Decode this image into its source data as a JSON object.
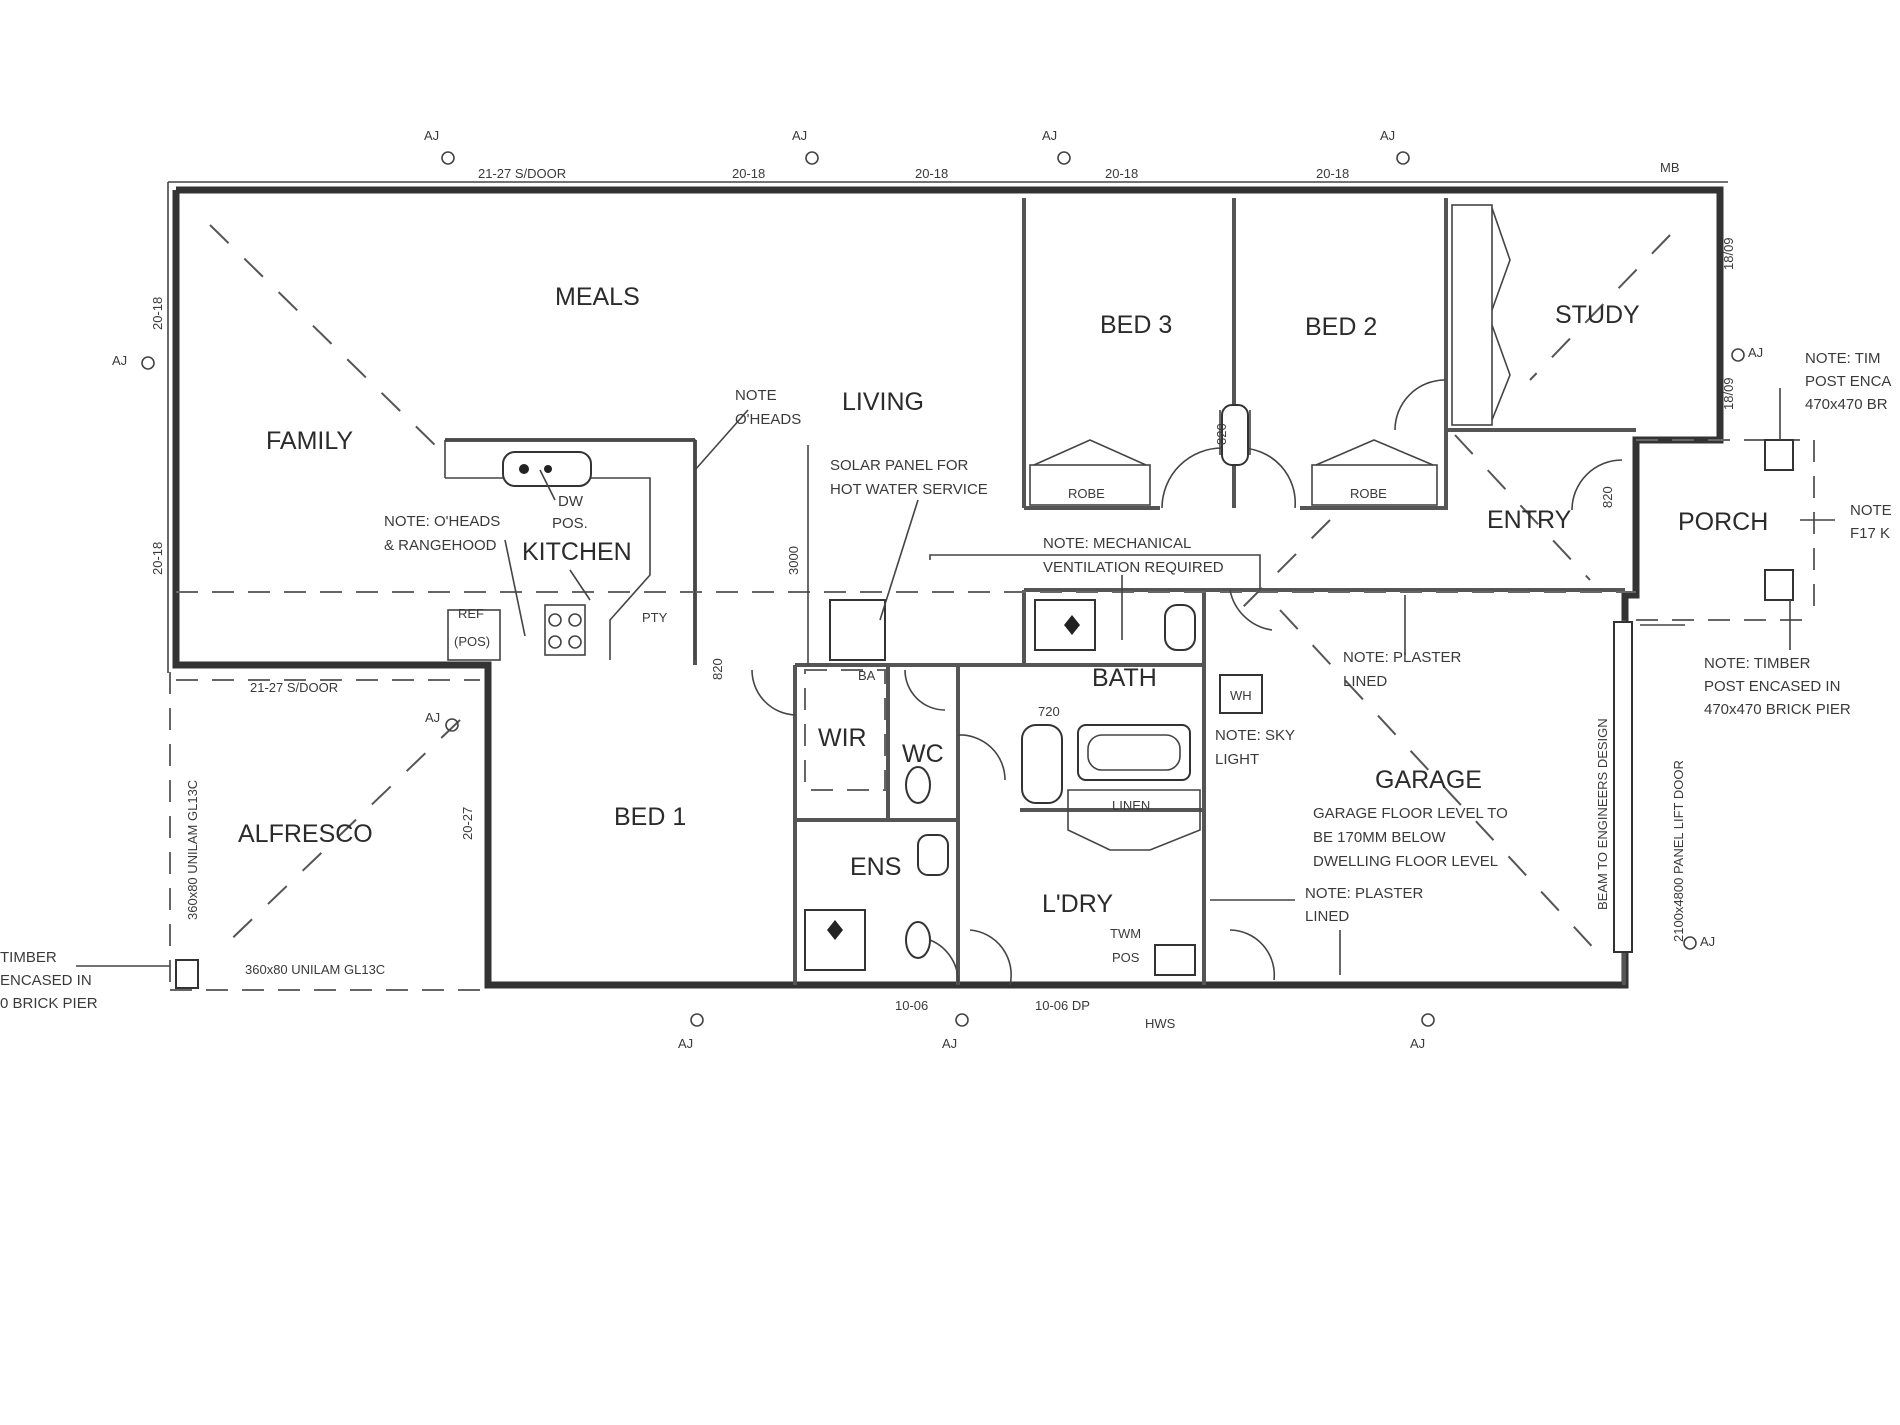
{
  "rooms": {
    "meals": "MEALS",
    "family": "FAMILY",
    "living": "LIVING",
    "kitchen": "KITCHEN",
    "pty": "PTY",
    "bed3": "BED 3",
    "bed2": "BED 2",
    "study": "STUDY",
    "entry": "ENTRY",
    "porch": "PORCH",
    "bath": "BATH",
    "garage": "GARAGE",
    "alfresco": "ALFRESCO",
    "bed1": "BED 1",
    "wir": "WIR",
    "wc": "WC",
    "ens": "ENS",
    "ldry": "L'DRY",
    "robe_bed3": "ROBE",
    "robe_bed2": "ROBE",
    "linen": "LINEN"
  },
  "notes": {
    "oheads_1": "NOTE",
    "oheads_2": "O'HEADS",
    "oheads_range_1": "NOTE: O'HEADS",
    "oheads_range_2": "& RANGEHOOD",
    "dw_1": "DW",
    "dw_2": "POS.",
    "ref_1": "REF",
    "ref_2": "(POS)",
    "solar_1": "SOLAR PANEL FOR",
    "solar_2": "HOT WATER SERVICE",
    "mech_1": "NOTE: MECHANICAL",
    "mech_2": "VENTILATION REQUIRED",
    "plaster_1a": "NOTE: PLASTER",
    "plaster_1b": "LINED",
    "plaster_2a": "NOTE: PLASTER",
    "plaster_2b": "LINED",
    "sky_1": "NOTE: SKY",
    "sky_2": "LIGHT",
    "garage_floor_1": "GARAGE FLOOR LEVEL TO",
    "garage_floor_2": "BE 170MM BELOW",
    "garage_floor_3": "DWELLING FLOOR LEVEL",
    "beam": "BEAM TO ENGINEERS DESIGN",
    "panel_lift": "2100x4800 PANEL LIFT DOOR",
    "timber_right_1": "NOTE: TIMBER",
    "timber_right_2": "POST ENCASED IN",
    "timber_right_3": "470x470 BRICK PIER",
    "timber_top_1": "NOTE: TIM",
    "timber_top_2": "POST ENCA",
    "timber_top_3": "470x470 BR",
    "note_f17_1": "NOTE",
    "note_f17_2": "F17 K",
    "timber_left_1": "TIMBER",
    "timber_left_2": "ENCASED IN",
    "timber_left_3": "0 BRICK PIER",
    "washer_1": "TWM",
    "washer_2": "POS",
    "wh": "WH",
    "hws": "HWS",
    "ba": "BA",
    "mb": "MB"
  },
  "dimensions": {
    "sdoor_top": "21-27 S/DOOR",
    "w_top_1": "20-18",
    "w_top_2": "20-18",
    "w_top_3": "20-18",
    "w_top_4": "20-18",
    "w_left_1": "20-18",
    "w_left_2": "20-18",
    "sdoor_alf": "21-27 S/DOOR",
    "w_alf": "20-27",
    "beam_alf_v": "360x80 UNILAM GL13C",
    "beam_alf_h": "360x80 UNILAM GL13C",
    "h3000": "3000",
    "d820": "820",
    "d720": "720",
    "d_bed3": "820",
    "d_entry": "820",
    "bot_1": "10-06",
    "bot_2": "10-06 DP",
    "right_1": "18/09",
    "right_2": "18/09"
  },
  "aj_label": "AJ"
}
